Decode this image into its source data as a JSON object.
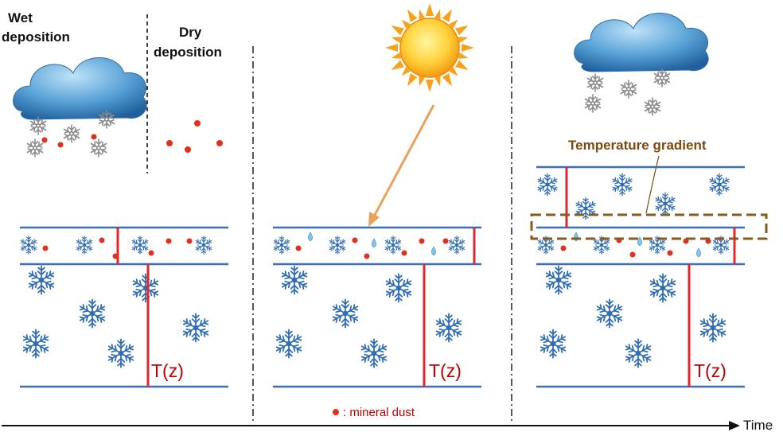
{
  "labels": {
    "wet_deposition_line1": "Wet",
    "wet_deposition_line2": "deposition",
    "dry_deposition_line1": "Dry",
    "dry_deposition_line2": "deposition",
    "temperature_gradient": "Temperature gradient",
    "tz_panel1": "T(z)",
    "tz_panel2": "T(z)",
    "tz_panel3": "T(z)",
    "legend_mineral_dust": ": mineral dust",
    "time_axis": "Time"
  },
  "colors": {
    "snow_layer_line": "#3b6fb6",
    "snowflake": "#2f6db5",
    "temperature_profile": "#e3262a",
    "mineral_dust": "#e0311e",
    "cloud": "#3f86c6",
    "sun": "#f7a21b",
    "sun_ray_arrow": "#e8a25b",
    "gradient_box": "#8a5a1a"
  },
  "icons": [
    "cloud-icon",
    "snowflake-icon",
    "sun-icon",
    "water-drop-icon",
    "mineral-dust-dot"
  ]
}
